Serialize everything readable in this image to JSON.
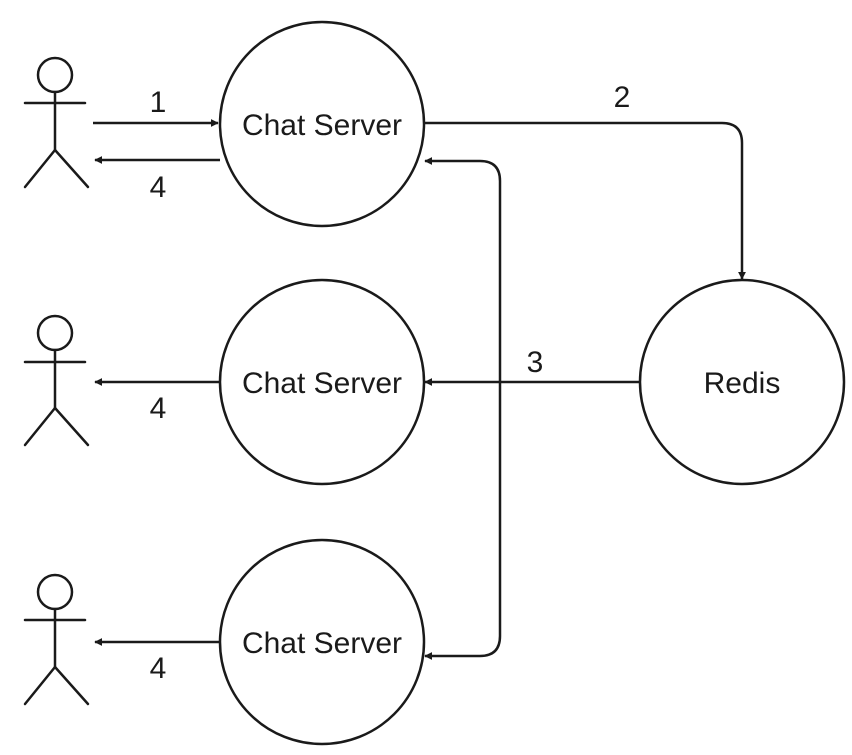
{
  "nodes": {
    "server_top": {
      "label": "Chat Server"
    },
    "server_mid": {
      "label": "Chat Server"
    },
    "server_bottom": {
      "label": "Chat Server"
    },
    "redis": {
      "label": "Redis"
    }
  },
  "edges": {
    "user1_to_server_top": {
      "label": "1"
    },
    "server_top_to_redis": {
      "label": "2"
    },
    "redis_to_servers": {
      "label": "3"
    },
    "server_top_to_user1": {
      "label": "4"
    },
    "server_mid_to_user2": {
      "label": "4"
    },
    "server_bottom_to_user3": {
      "label": "4"
    }
  }
}
